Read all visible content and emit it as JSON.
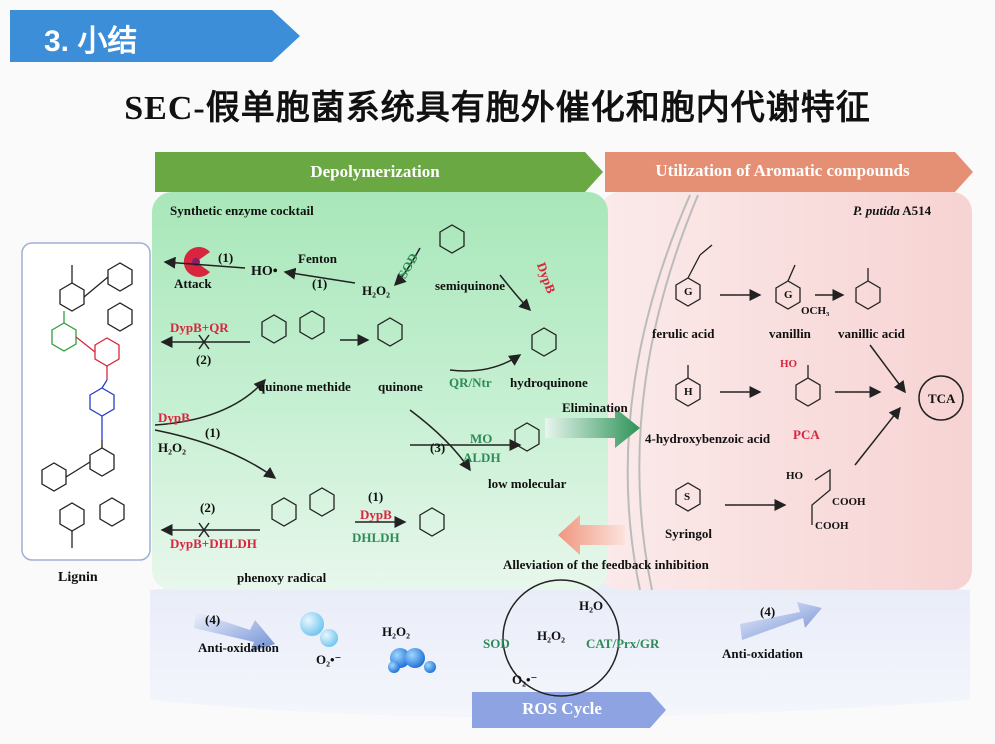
{
  "section": {
    "number_title": "3. 小结"
  },
  "title": "SEC-假单胞菌系统具有胞外催化和胞内代谢特征",
  "headers": {
    "depolymerization": "Depolymerization",
    "utilization": "Utilization of Aromatic compounds",
    "ros_cycle": "ROS  Cycle"
  },
  "lignin": {
    "label": "Lignin"
  },
  "left": {
    "cocktail": "Synthetic enzyme cocktail",
    "attack": "Attack",
    "ho_radical": "HO•",
    "fenton": "Fenton",
    "step1a": "(1)",
    "step1b": "(1)",
    "h2o2_top": "H₂O₂",
    "sod": "SOD",
    "semiquinone": "semiquinone",
    "dypb_red_top": "DypB",
    "dypb_qr": "DypB+QR",
    "step2a": "(2)",
    "quinone_methide": "quinone methide",
    "quinone": "quinone",
    "qr_ntr": "QR/Ntr",
    "hydroquinone": "hydroquinone",
    "dypb_mid": "DypB",
    "h2o2_mid": "H₂O₂",
    "step1c": "(1)",
    "step3": "(3)",
    "mo": "MO",
    "aldh": "ALDH",
    "low_molecular": "low molecular",
    "elimination": "Elimination",
    "step2b": "(2)",
    "dypb_dhldh": "DypB+DHLDH",
    "phenoxy_radical": "phenoxy radical",
    "step1d": "(1)",
    "dypb_lower": "DypB",
    "dhldh": "DHLDH",
    "alleviation": "Alleviation of the feedback inhibition"
  },
  "right": {
    "organism": "P. putida",
    "strain": "A514",
    "ferulic": "ferulic acid",
    "vanillin": "vanillin",
    "vanillic": "vanillic acid",
    "hba": "4-hydroxybenzoic acid",
    "pca": "PCA",
    "tca": "TCA",
    "syringol": "Syringol",
    "cooh1": "COOH",
    "cooh2": "COOH",
    "ho1": "HO",
    "ho2": "HO",
    "och3": "OCH₃",
    "ring_g1": "G",
    "ring_g2": "G",
    "ring_h": "H",
    "ring_s": "S"
  },
  "bottom": {
    "step4a": "(4)",
    "anti_ox_left": "Anti-oxidation",
    "o2_left": "O₂•⁻",
    "h2o2_left": "H₂O₂",
    "sod": "SOD",
    "h2o": "H₂O",
    "h2o2_cycle": "H₂O₂",
    "cat": "CAT/Prx/GR",
    "o2_cycle": "O₂•⁻",
    "step4b": "(4)",
    "anti_ox_right": "Anti-oxidation"
  },
  "colors": {
    "banner_blue": "#3d8ed8",
    "green_arrow": "#6aa843",
    "orange_arrow": "#e58f74",
    "green_panel": "#b9ecc6",
    "pink_panel": "#f9dcdc",
    "ros_arrow": "#8ea4e2",
    "dypb_red": "#d7263d"
  }
}
